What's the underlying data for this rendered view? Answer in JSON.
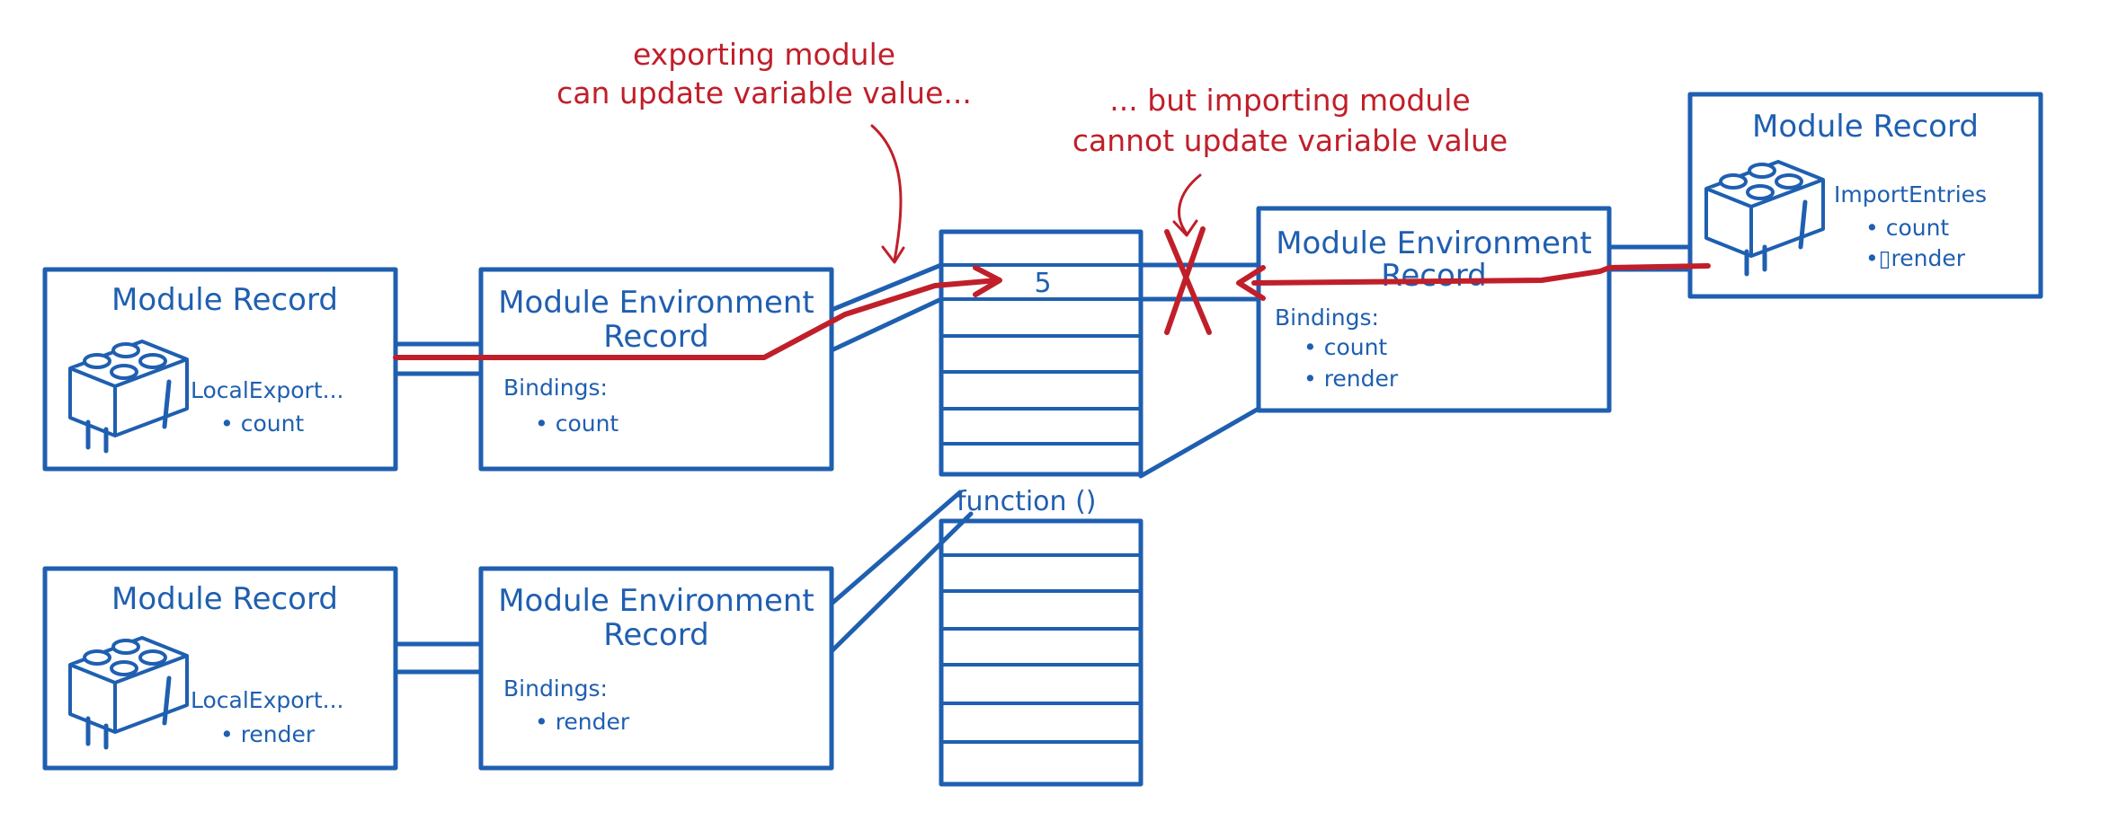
{
  "annotations": {
    "export_line1": "exporting module",
    "export_line2": "can update variable value...",
    "import_line1": "... but importing module",
    "import_line2": "cannot update variable value"
  },
  "module_a": {
    "record_title": "Module Record",
    "record_label": "LocalExport...",
    "record_item": "• count",
    "env_title_line1": "Module Environment",
    "env_title_line2": "Record",
    "env_bindings_label": "Bindings:",
    "env_binding": "• count"
  },
  "module_b": {
    "record_title": "Module Record",
    "record_label": "LocalExport...",
    "record_item": "• render",
    "env_title_line1": "Module Environment",
    "env_title_line2": "Record",
    "env_bindings_label": "Bindings:",
    "env_binding": "• render"
  },
  "importer": {
    "record_title": "Module Record",
    "record_label": "ImportEntries",
    "record_item1": "• count",
    "record_item2": "•▯render",
    "env_title_line1": "Module Environment",
    "env_title_line2": "Record",
    "env_bindings_label": "Bindings:",
    "env_binding1": "• count",
    "env_binding2": "• render"
  },
  "memory": {
    "count_value": "5",
    "function_label": "function ()"
  },
  "colors": {
    "diagram_blue": "#1f5fb0",
    "annotation_red": "#c01f2a"
  },
  "icons": [
    "lego-brick-icon",
    "x-mark-icon"
  ]
}
